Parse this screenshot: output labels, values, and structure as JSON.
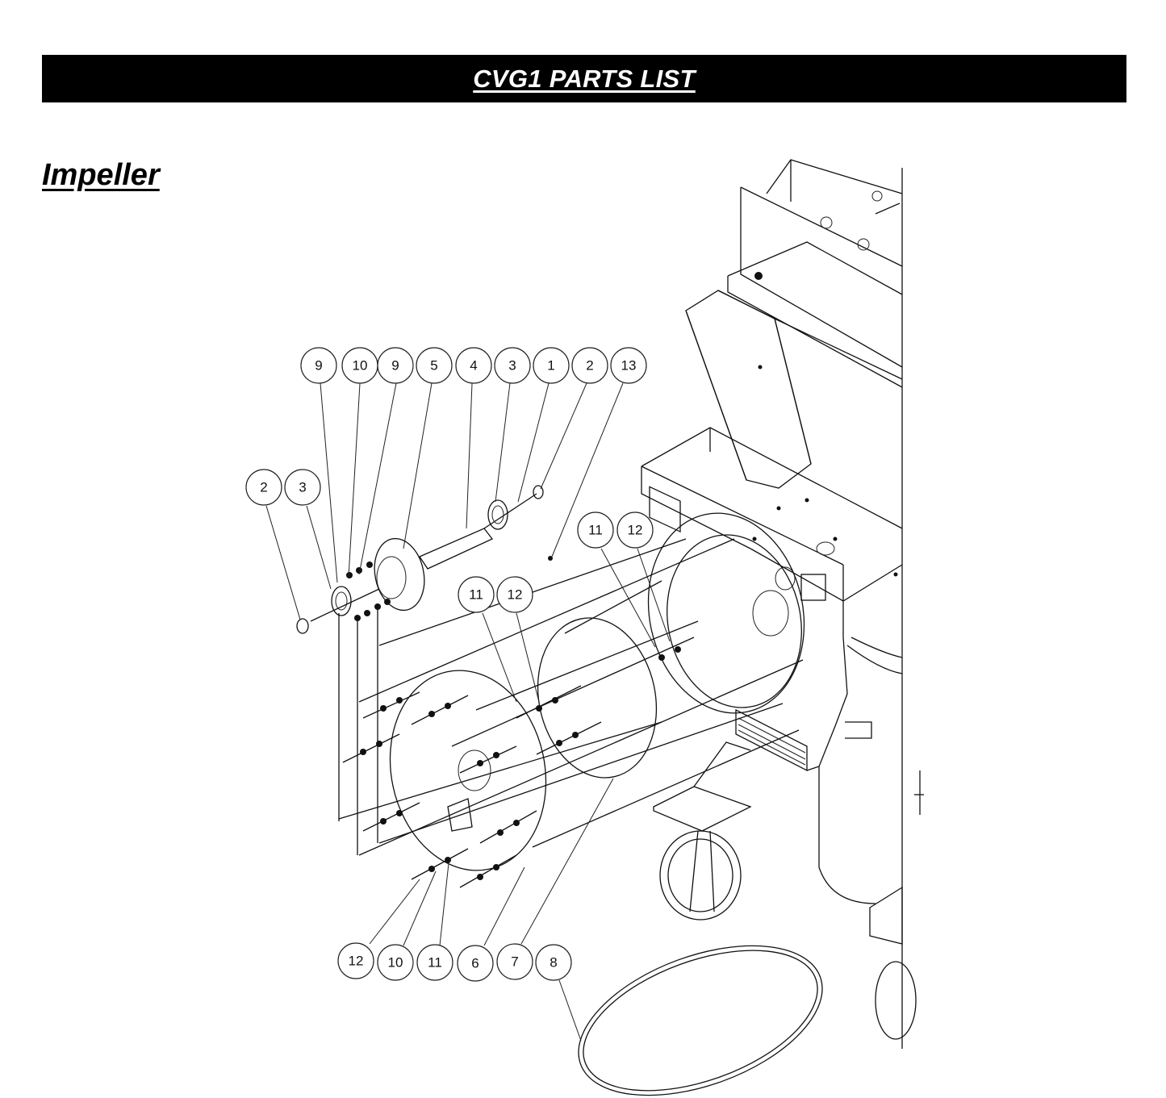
{
  "header": {
    "title": "CVG1 PARTS LIST"
  },
  "section": {
    "heading": "Impeller"
  },
  "callouts": [
    {
      "id": "c-9a",
      "label": "9"
    },
    {
      "id": "c-10a",
      "label": "10"
    },
    {
      "id": "c-9b",
      "label": "9"
    },
    {
      "id": "c-5",
      "label": "5"
    },
    {
      "id": "c-4",
      "label": "4"
    },
    {
      "id": "c-3a",
      "label": "3"
    },
    {
      "id": "c-1",
      "label": "1"
    },
    {
      "id": "c-2a",
      "label": "2"
    },
    {
      "id": "c-13",
      "label": "13"
    },
    {
      "id": "c-2b",
      "label": "2"
    },
    {
      "id": "c-3b",
      "label": "3"
    },
    {
      "id": "c-11a",
      "label": "11"
    },
    {
      "id": "c-12a",
      "label": "12"
    },
    {
      "id": "c-11b",
      "label": "11"
    },
    {
      "id": "c-12b",
      "label": "12"
    },
    {
      "id": "c-12c",
      "label": "12"
    },
    {
      "id": "c-10b",
      "label": "10"
    },
    {
      "id": "c-11c",
      "label": "11"
    },
    {
      "id": "c-6",
      "label": "6"
    },
    {
      "id": "c-7",
      "label": "7"
    },
    {
      "id": "c-8",
      "label": "8"
    }
  ]
}
